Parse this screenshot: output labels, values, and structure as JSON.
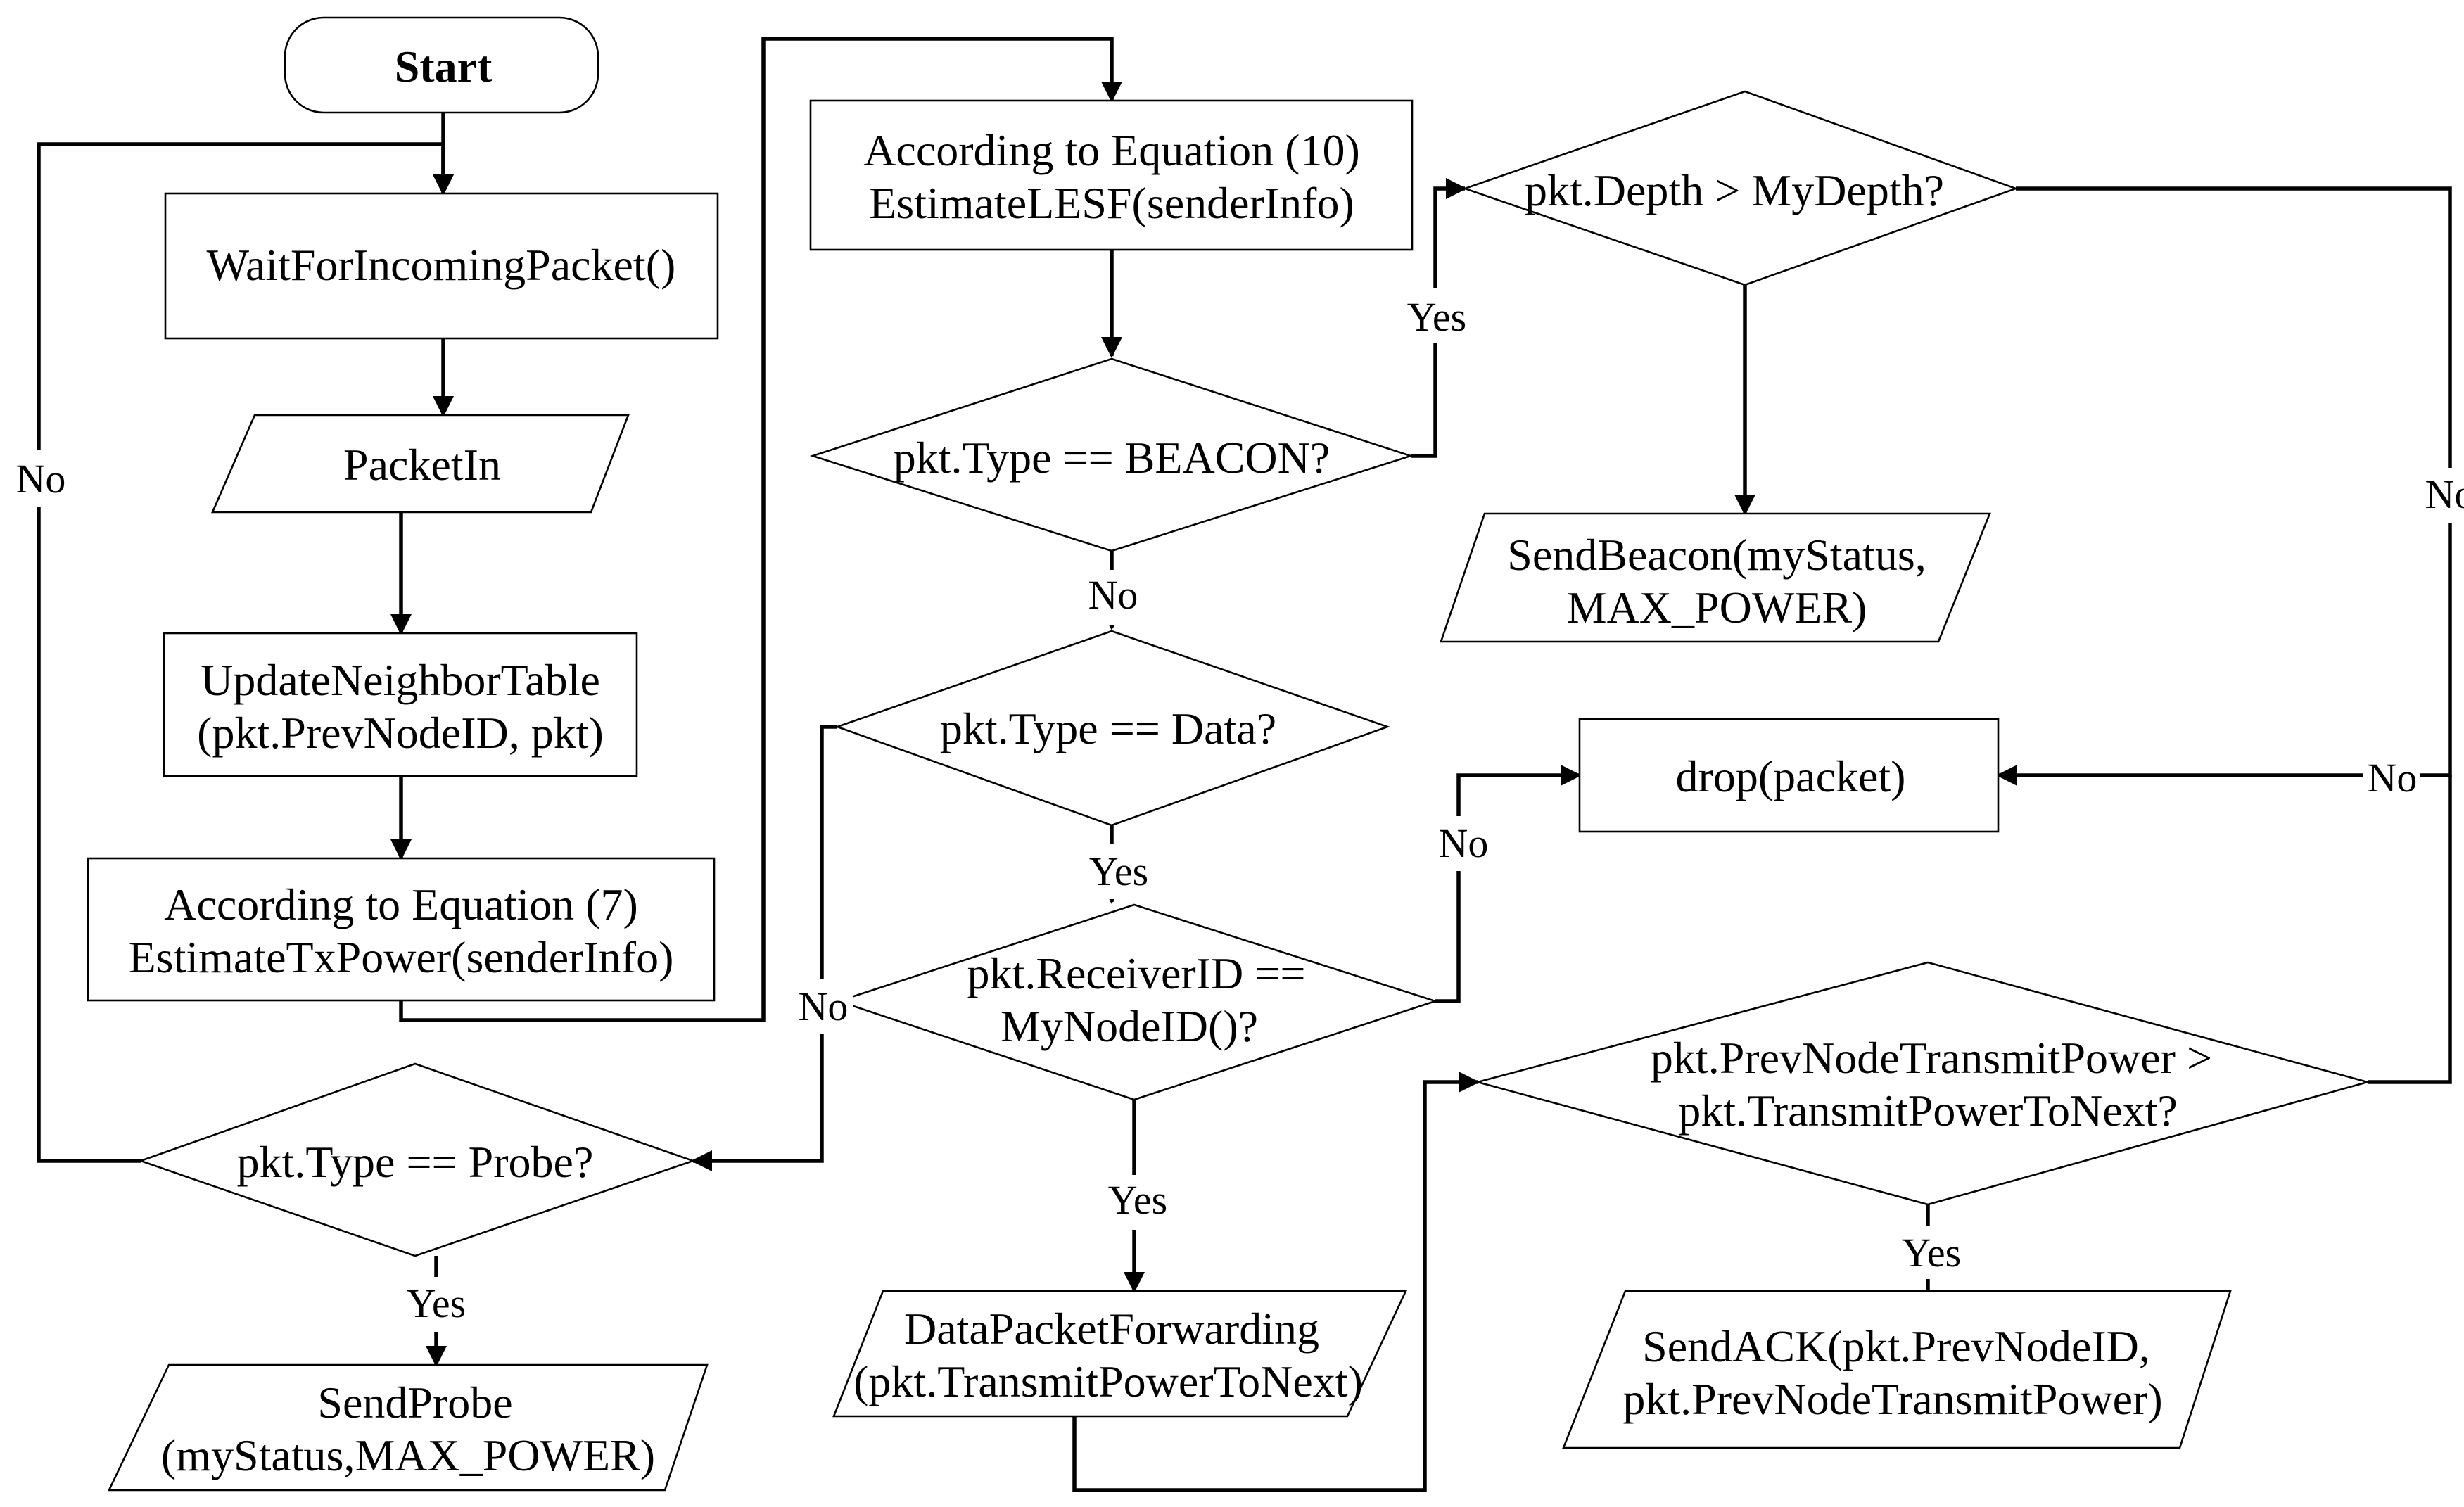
{
  "flowchart": {
    "start": "Start",
    "wait": "WaitForIncomingPacket()",
    "packet_in": "PacketIn",
    "update_table": [
      "UpdateNeighborTable",
      "(pkt.PrevNodeID, pkt)"
    ],
    "est_tx_power": [
      "According to Equation (7)",
      "EstimateTxPower(senderInfo)"
    ],
    "est_lesf": [
      "According to Equation (10)",
      "EstimateLESF(senderInfo)"
    ],
    "is_beacon": "pkt.Type == BEACON?",
    "is_data": "pkt.Type == Data?",
    "is_receiver": [
      "pkt.ReceiverID ==",
      "MyNodeID()?"
    ],
    "is_probe": "pkt.Type == Probe?",
    "send_probe": [
      "SendProbe",
      "(myStatus,MAX_POWER)"
    ],
    "forward": [
      "DataPacketForwarding",
      "(pkt.TransmitPowerToNext)"
    ],
    "depth_check": "pkt.Depth > MyDepth?",
    "send_beacon": [
      "SendBeacon(myStatus,",
      "MAX_POWER)"
    ],
    "drop": "drop(packet)",
    "power_check": [
      "pkt.PrevNodeTransmitPower >",
      "pkt.TransmitPowerToNext?"
    ],
    "send_ack": [
      "SendACK(pkt.PrevNodeID,",
      "pkt.PrevNodeTransmitPower)"
    ]
  },
  "labels": {
    "yes": "Yes",
    "no": "No"
  }
}
